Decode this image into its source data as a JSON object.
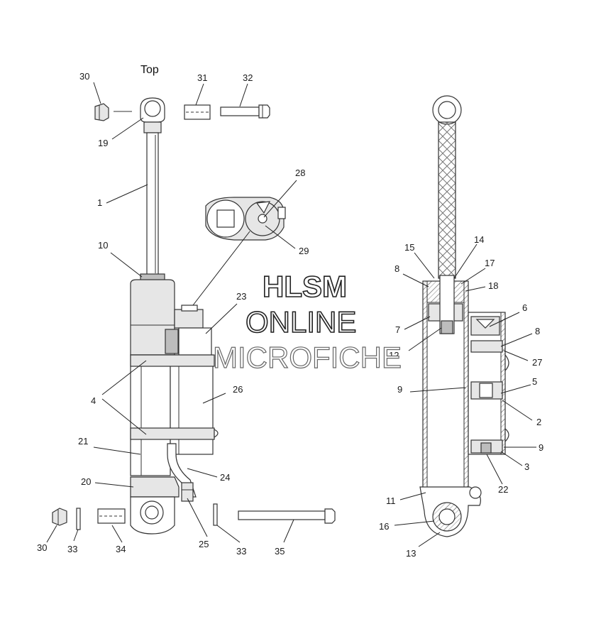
{
  "diagram": {
    "view_label": "Top",
    "watermark": {
      "line1": "HLSM",
      "line2": "ONLINE",
      "line3": "MICROFICHE"
    },
    "callouts": [
      {
        "id": "c30a",
        "text": "30"
      },
      {
        "id": "c31",
        "text": "31"
      },
      {
        "id": "c32",
        "text": "32"
      },
      {
        "id": "c19",
        "text": "19"
      },
      {
        "id": "c1",
        "text": "1"
      },
      {
        "id": "c28",
        "text": "28"
      },
      {
        "id": "c29",
        "text": "29"
      },
      {
        "id": "c10",
        "text": "10"
      },
      {
        "id": "c23",
        "text": "23"
      },
      {
        "id": "c4",
        "text": "4"
      },
      {
        "id": "c26",
        "text": "26"
      },
      {
        "id": "c21",
        "text": "21"
      },
      {
        "id": "c24",
        "text": "24"
      },
      {
        "id": "c20",
        "text": "20"
      },
      {
        "id": "c30b",
        "text": "30"
      },
      {
        "id": "c33a",
        "text": "33"
      },
      {
        "id": "c34",
        "text": "34"
      },
      {
        "id": "c25",
        "text": "25"
      },
      {
        "id": "c33b",
        "text": "33"
      },
      {
        "id": "c35",
        "text": "35"
      },
      {
        "id": "c15",
        "text": "15"
      },
      {
        "id": "c14",
        "text": "14"
      },
      {
        "id": "c8a",
        "text": "8"
      },
      {
        "id": "c17",
        "text": "17"
      },
      {
        "id": "c18",
        "text": "18"
      },
      {
        "id": "c6",
        "text": "6"
      },
      {
        "id": "c7",
        "text": "7"
      },
      {
        "id": "c8b",
        "text": "8"
      },
      {
        "id": "c12",
        "text": "12"
      },
      {
        "id": "c27",
        "text": "27"
      },
      {
        "id": "c9a",
        "text": "9"
      },
      {
        "id": "c5",
        "text": "5"
      },
      {
        "id": "c2",
        "text": "2"
      },
      {
        "id": "c9b",
        "text": "9"
      },
      {
        "id": "c3",
        "text": "3"
      },
      {
        "id": "c22",
        "text": "22"
      },
      {
        "id": "c11",
        "text": "11"
      },
      {
        "id": "c16",
        "text": "16"
      },
      {
        "id": "c13",
        "text": "13"
      }
    ]
  }
}
